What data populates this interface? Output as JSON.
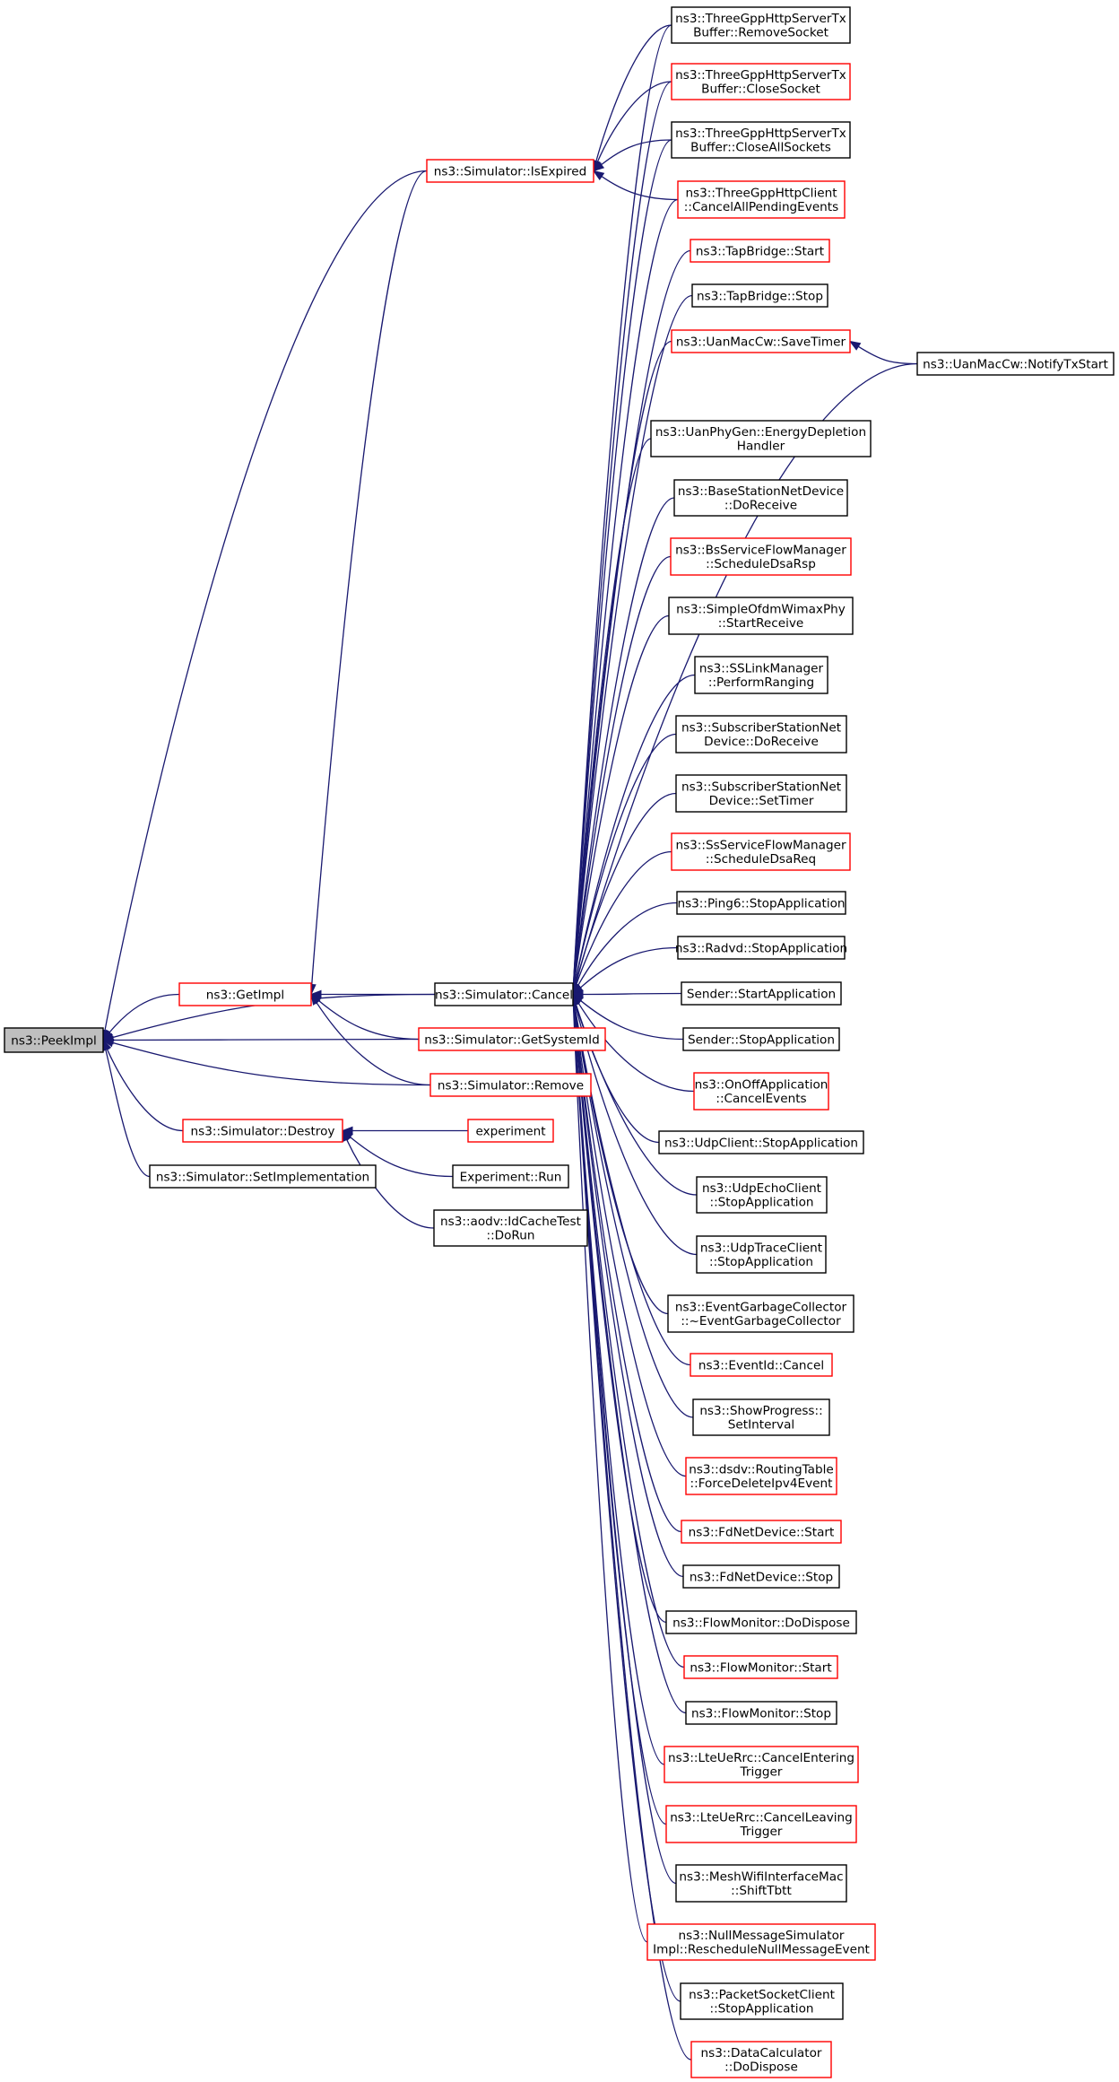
{
  "colors": {
    "edge": "#191970",
    "border_default": "#000000",
    "border_highlight": "#ff0000",
    "fill_root": "#bfbfbf",
    "fill_default": "#ffffff"
  },
  "nodes": {
    "peekimpl": {
      "lines": [
        "ns3::PeekImpl"
      ],
      "style": "root"
    },
    "getimpl": {
      "lines": [
        "ns3::GetImpl"
      ],
      "style": "red"
    },
    "isexpired": {
      "lines": [
        "ns3::Simulator::IsExpired"
      ],
      "style": "red"
    },
    "cancel": {
      "lines": [
        "ns3::Simulator::Cancel"
      ],
      "style": "black"
    },
    "getsystemid": {
      "lines": [
        "ns3::Simulator::GetSystemId"
      ],
      "style": "red"
    },
    "remove": {
      "lines": [
        "ns3::Simulator::Remove"
      ],
      "style": "red"
    },
    "destroy": {
      "lines": [
        "ns3::Simulator::Destroy"
      ],
      "style": "red"
    },
    "setimpl": {
      "lines": [
        "ns3::Simulator::SetImplementation"
      ],
      "style": "black"
    },
    "experiment": {
      "lines": [
        "experiment"
      ],
      "style": "red"
    },
    "exprun": {
      "lines": [
        "Experiment::Run"
      ],
      "style": "black"
    },
    "aodvrun": {
      "lines": [
        "ns3::aodv::IdCacheTest",
        "::DoRun"
      ],
      "style": "black"
    },
    "removesocket": {
      "lines": [
        "ns3::ThreeGppHttpServerTx",
        "Buffer::RemoveSocket"
      ],
      "style": "black"
    },
    "closesocket": {
      "lines": [
        "ns3::ThreeGppHttpServerTx",
        "Buffer::CloseSocket"
      ],
      "style": "red"
    },
    "closeall": {
      "lines": [
        "ns3::ThreeGppHttpServerTx",
        "Buffer::CloseAllSockets"
      ],
      "style": "black"
    },
    "cancelpending": {
      "lines": [
        "ns3::ThreeGppHttpClient",
        "::CancelAllPendingEvents"
      ],
      "style": "red"
    },
    "tapstart": {
      "lines": [
        "ns3::TapBridge::Start"
      ],
      "style": "red"
    },
    "tapstop": {
      "lines": [
        "ns3::TapBridge::Stop"
      ],
      "style": "black"
    },
    "savetimer": {
      "lines": [
        "ns3::UanMacCw::SaveTimer"
      ],
      "style": "red"
    },
    "notifytx": {
      "lines": [
        "ns3::UanMacCw::NotifyTxStart"
      ],
      "style": "black"
    },
    "uanphy": {
      "lines": [
        "ns3::UanPhyGen::EnergyDepletion",
        "Handler"
      ],
      "style": "black"
    },
    "bsreceive": {
      "lines": [
        "ns3::BaseStationNetDevice",
        "::DoReceive"
      ],
      "style": "black"
    },
    "bsdsarsp": {
      "lines": [
        "ns3::BsServiceFlowManager",
        "::ScheduleDsaRsp"
      ],
      "style": "red"
    },
    "ofdm": {
      "lines": [
        "ns3::SimpleOfdmWimaxPhy",
        "::StartReceive"
      ],
      "style": "black"
    },
    "sslink": {
      "lines": [
        "ns3::SSLinkManager",
        "::PerformRanging"
      ],
      "style": "black"
    },
    "ssreceive": {
      "lines": [
        "ns3::SubscriberStationNet",
        "Device::DoReceive"
      ],
      "style": "black"
    },
    "sstimer": {
      "lines": [
        "ns3::SubscriberStationNet",
        "Device::SetTimer"
      ],
      "style": "black"
    },
    "ssdsareq": {
      "lines": [
        "ns3::SsServiceFlowManager",
        "::ScheduleDsaReq"
      ],
      "style": "red"
    },
    "ping6": {
      "lines": [
        "ns3::Ping6::StopApplication"
      ],
      "style": "black"
    },
    "radvd": {
      "lines": [
        "ns3::Radvd::StopApplication"
      ],
      "style": "black"
    },
    "senderstart": {
      "lines": [
        "Sender::StartApplication"
      ],
      "style": "black"
    },
    "senderstop": {
      "lines": [
        "Sender::StopApplication"
      ],
      "style": "black"
    },
    "onoff": {
      "lines": [
        "ns3::OnOffApplication",
        "::CancelEvents"
      ],
      "style": "red"
    },
    "udpclient": {
      "lines": [
        "ns3::UdpClient::StopApplication"
      ],
      "style": "black"
    },
    "udpecho": {
      "lines": [
        "ns3::UdpEchoClient",
        "::StopApplication"
      ],
      "style": "black"
    },
    "udptrace": {
      "lines": [
        "ns3::UdpTraceClient",
        "::StopApplication"
      ],
      "style": "black"
    },
    "egc": {
      "lines": [
        "ns3::EventGarbageCollector",
        "::~EventGarbageCollector"
      ],
      "style": "black"
    },
    "eventid": {
      "lines": [
        "ns3::EventId::Cancel"
      ],
      "style": "red"
    },
    "showprog": {
      "lines": [
        "ns3::ShowProgress::",
        "SetInterval"
      ],
      "style": "black"
    },
    "dsdv": {
      "lines": [
        "ns3::dsdv::RoutingTable",
        "::ForceDeleteIpv4Event"
      ],
      "style": "red"
    },
    "fdstart": {
      "lines": [
        "ns3::FdNetDevice::Start"
      ],
      "style": "red"
    },
    "fdstop": {
      "lines": [
        "ns3::FdNetDevice::Stop"
      ],
      "style": "black"
    },
    "fmdispose": {
      "lines": [
        "ns3::FlowMonitor::DoDispose"
      ],
      "style": "black"
    },
    "fmstart": {
      "lines": [
        "ns3::FlowMonitor::Start"
      ],
      "style": "red"
    },
    "fmstop": {
      "lines": [
        "ns3::FlowMonitor::Stop"
      ],
      "style": "black"
    },
    "lteenter": {
      "lines": [
        "ns3::LteUeRrc::CancelEntering",
        "Trigger"
      ],
      "style": "red"
    },
    "lteleave": {
      "lines": [
        "ns3::LteUeRrc::CancelLeaving",
        "Trigger"
      ],
      "style": "red"
    },
    "meshwifi": {
      "lines": [
        "ns3::MeshWifiInterfaceMac",
        "::ShiftTbtt"
      ],
      "style": "black"
    },
    "nullmsg": {
      "lines": [
        "ns3::NullMessageSimulator",
        "Impl::RescheduleNullMessageEvent"
      ],
      "style": "red"
    },
    "pktsock": {
      "lines": [
        "ns3::PacketSocketClient",
        "::StopApplication"
      ],
      "style": "black"
    },
    "datacalc": {
      "lines": [
        "ns3::DataCalculator",
        "::DoDispose"
      ],
      "style": "red"
    }
  },
  "edges": [
    [
      "peekimpl",
      "isexpired"
    ],
    [
      "peekimpl",
      "getimpl"
    ],
    [
      "peekimpl",
      "cancel"
    ],
    [
      "peekimpl",
      "getsystemid"
    ],
    [
      "peekimpl",
      "remove"
    ],
    [
      "peekimpl",
      "destroy"
    ],
    [
      "peekimpl",
      "setimpl"
    ],
    [
      "getimpl",
      "isexpired"
    ],
    [
      "getimpl",
      "cancel"
    ],
    [
      "getimpl",
      "getsystemid"
    ],
    [
      "getimpl",
      "remove"
    ],
    [
      "isexpired",
      "removesocket"
    ],
    [
      "isexpired",
      "closesocket"
    ],
    [
      "isexpired",
      "closeall"
    ],
    [
      "isexpired",
      "cancelpending"
    ],
    [
      "destroy",
      "experiment"
    ],
    [
      "destroy",
      "exprun"
    ],
    [
      "destroy",
      "aodvrun"
    ],
    [
      "savetimer",
      "notifytx"
    ],
    [
      "cancel",
      "removesocket"
    ],
    [
      "cancel",
      "closesocket"
    ],
    [
      "cancel",
      "closeall"
    ],
    [
      "cancel",
      "cancelpending"
    ],
    [
      "cancel",
      "tapstart"
    ],
    [
      "cancel",
      "tapstop"
    ],
    [
      "cancel",
      "savetimer"
    ],
    [
      "cancel",
      "notifytx"
    ],
    [
      "cancel",
      "uanphy"
    ],
    [
      "cancel",
      "bsreceive"
    ],
    [
      "cancel",
      "bsdsarsp"
    ],
    [
      "cancel",
      "ofdm"
    ],
    [
      "cancel",
      "sslink"
    ],
    [
      "cancel",
      "ssreceive"
    ],
    [
      "cancel",
      "sstimer"
    ],
    [
      "cancel",
      "ssdsareq"
    ],
    [
      "cancel",
      "ping6"
    ],
    [
      "cancel",
      "radvd"
    ],
    [
      "cancel",
      "senderstart"
    ],
    [
      "cancel",
      "senderstop"
    ],
    [
      "cancel",
      "onoff"
    ],
    [
      "cancel",
      "udpclient"
    ],
    [
      "cancel",
      "udpecho"
    ],
    [
      "cancel",
      "udptrace"
    ],
    [
      "cancel",
      "egc"
    ],
    [
      "cancel",
      "eventid"
    ],
    [
      "cancel",
      "showprog"
    ],
    [
      "cancel",
      "dsdv"
    ],
    [
      "cancel",
      "fdstart"
    ],
    [
      "cancel",
      "fdstop"
    ],
    [
      "cancel",
      "fmdispose"
    ],
    [
      "cancel",
      "fmstart"
    ],
    [
      "cancel",
      "fmstop"
    ],
    [
      "cancel",
      "lteenter"
    ],
    [
      "cancel",
      "lteleave"
    ],
    [
      "cancel",
      "meshwifi"
    ],
    [
      "cancel",
      "nullmsg"
    ],
    [
      "cancel",
      "pktsock"
    ],
    [
      "cancel",
      "datacalc"
    ]
  ]
}
